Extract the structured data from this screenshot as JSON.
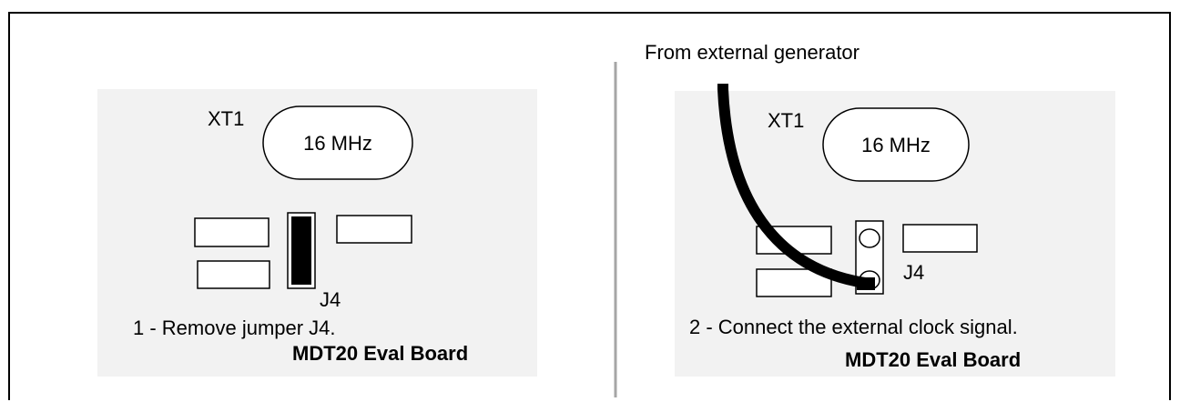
{
  "left_panel": {
    "crystal_ref": "XT1",
    "crystal_freq": "16 MHz",
    "jumper_label": "J4",
    "step_text": "1 - Remove jumper J4.",
    "board_name": "MDT20 Eval Board"
  },
  "right_panel": {
    "source_label": "From external generator",
    "crystal_ref": "XT1",
    "crystal_freq": "16 MHz",
    "jumper_label": "J4",
    "step_text": "2 - Connect the external clock signal.",
    "board_name": "MDT20 Eval Board"
  },
  "colors": {
    "board_fill": "#f2f2f2",
    "divider": "#a6a6a6",
    "outline": "#000000"
  }
}
